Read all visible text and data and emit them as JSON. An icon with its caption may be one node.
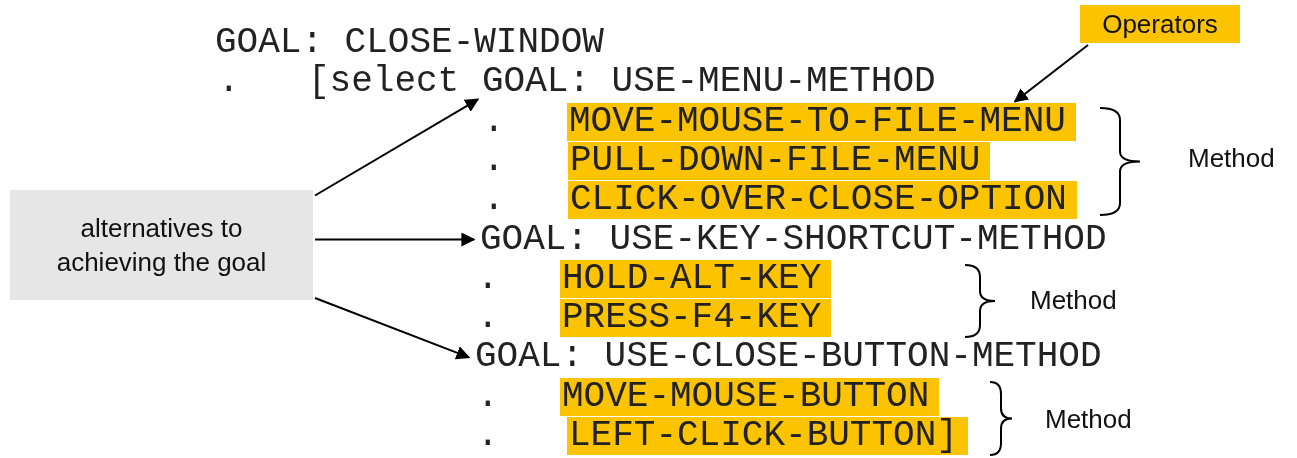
{
  "diagram": {
    "nodes": [
      {
        "text": [
          "Operators"
        ]
      },
      {
        "text": [
          "GOAL: USE-MENU-METHOD"
        ]
      },
      {
        "text": [
          "MOVE-MOUSE-TO-FILE-MENU"
        ]
      },
      {
        "text": [
          "PULL-DOWN-FILE-MENU"
        ]
      },
      {
        "text": [
          "CLICK-OVER-CLOSE-OPTION"
        ]
      },
      {
        "text": [
          "alternatives to achieving the goal"
        ]
      },
      {
        "text": [
          "GOAL: USE-KEY-SHORTCUT-METHOD"
        ]
      },
      {
        "text": [
          "HOLD-ALT-KEY"
        ]
      },
      {
        "text": [
          "PRESS-F4-KEY"
        ]
      },
      {
        "text": [
          "GOAL: USE-CLOSE-BUTTON-METHOD"
        ]
      },
      {
        "text": [
          "MOVE-MOUSE-BUTTON"
        ]
      },
      {
        "text": [
          "LEFT-CLICK-BUTTON]"
        ]
      }
    ],
    "edges": [
      {
        "from": 0,
        "to": 2,
        "arrow": "to"
      },
      {
        "from": 5,
        "to": 1,
        "arrow": "to"
      },
      {
        "from": 5,
        "to": 6,
        "arrow": "to"
      },
      {
        "from": 5,
        "to": 9,
        "arrow": "to"
      }
    ],
    "labels": [
      "GOAL: CLOSE-WINDOW",
      ".",
      "[select",
      ".",
      ".",
      "Method",
      ".",
      ".",
      "Method",
      ".",
      ".",
      ".",
      "Method"
    ]
  }
}
